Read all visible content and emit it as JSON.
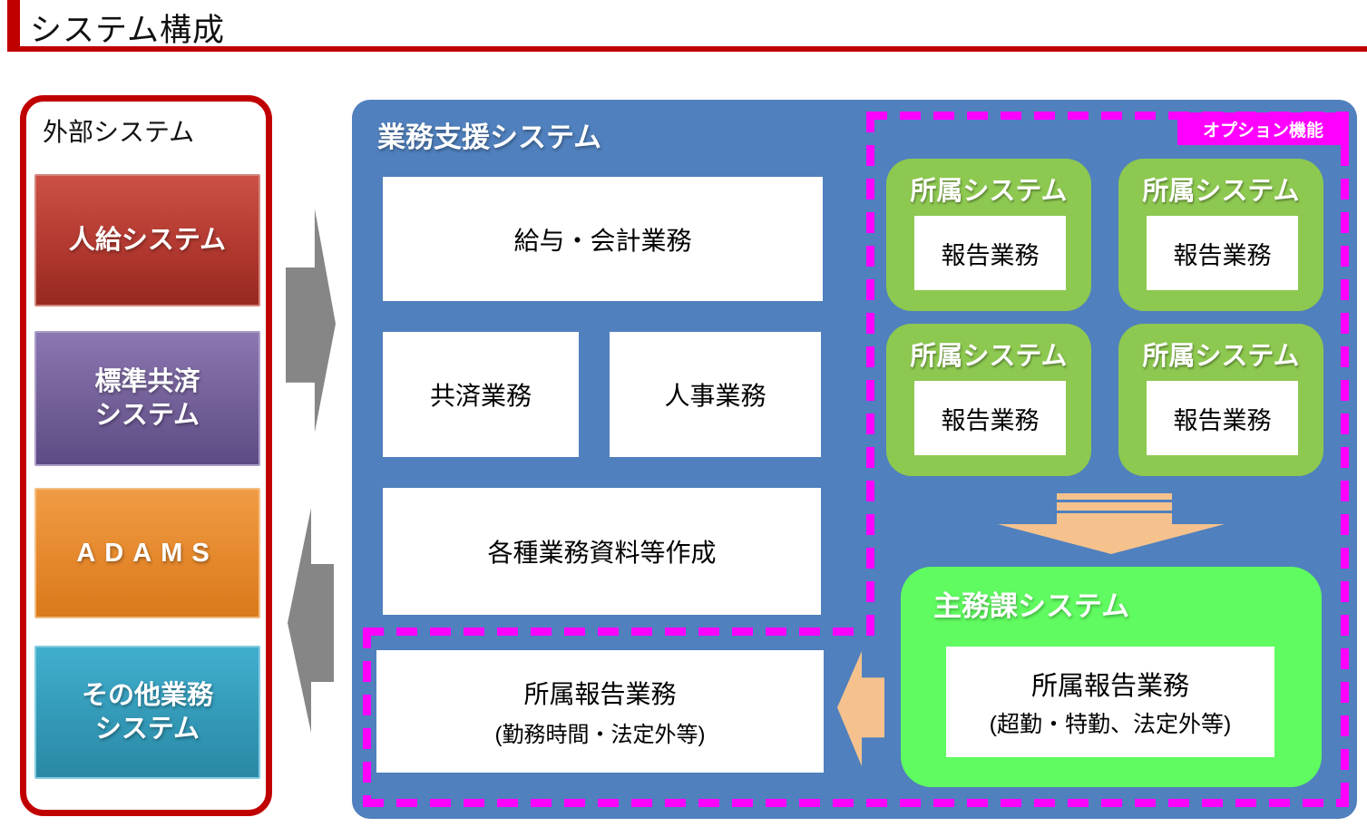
{
  "header": {
    "title": "システム構成"
  },
  "colors": {
    "accent_red": "#C00000",
    "panel_blue": "#5080BD",
    "dept_green": "#8DC850",
    "shumuka_green": "#60FB60",
    "magenta": "#FF00FF",
    "arrow_gray": "#868686",
    "arrow_peach": "#F5C28E"
  },
  "external_panel": {
    "title": "外部システム",
    "systems": [
      {
        "label": "人給システム"
      },
      {
        "label": "標準共済\nシステム"
      },
      {
        "label": "ADAMS"
      },
      {
        "label": "その他業務\nシステム"
      }
    ]
  },
  "main_panel": {
    "title": "業務支援システム",
    "boxes": {
      "payroll_accounting": "給与・会計業務",
      "kyosai": "共済業務",
      "jinji": "人事業務",
      "documents": "各種業務資料等作成",
      "shozoku_report": {
        "line1": "所属報告業務",
        "line2": "(勤務時間・法定外等)"
      }
    }
  },
  "option_area": {
    "label": "オプション機能",
    "dept_systems": [
      {
        "title": "所属システム",
        "box": "報告業務"
      },
      {
        "title": "所属システム",
        "box": "報告業務"
      },
      {
        "title": "所属システム",
        "box": "報告業務"
      },
      {
        "title": "所属システム",
        "box": "報告業務"
      }
    ],
    "shumuka": {
      "title": "主務課システム",
      "box": {
        "line1": "所属報告業務",
        "line2": "(超勤・特勤、法定外等)"
      }
    }
  }
}
